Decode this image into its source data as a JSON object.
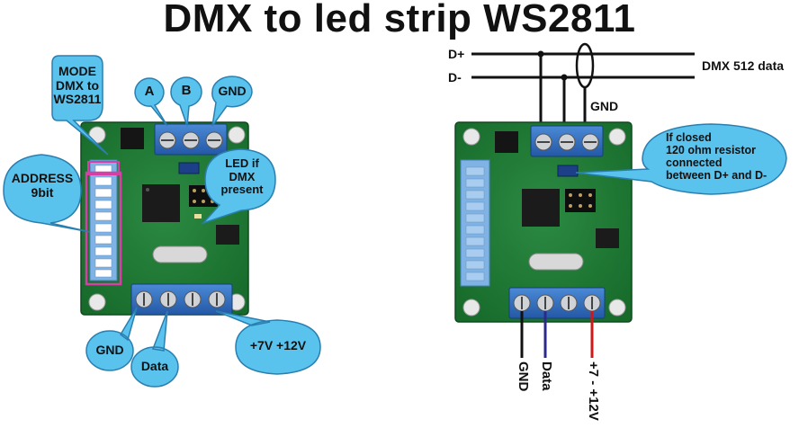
{
  "title": "DMX to led strip WS2811",
  "left_board": {
    "callouts": {
      "mode": [
        "MODE",
        "DMX to",
        "WS2811"
      ],
      "a": "A",
      "b": "B",
      "gnd_top": "GND",
      "address": [
        "ADDRESS",
        "9bit"
      ],
      "led": [
        "LED if",
        "DMX",
        "present"
      ],
      "gnd_bottom": "GND",
      "data": "Data",
      "power": "+7V +12V"
    }
  },
  "right_board": {
    "lines": {
      "dplus": "D+",
      "dminus": "D-",
      "bus": "DMX 512 data",
      "gnd": "GND"
    },
    "resistor_note": [
      "If closed",
      "120 ohm  resistor",
      "connected",
      "between D+ and D-"
    ],
    "wires": {
      "gnd": "GND",
      "data": "Data",
      "power": "+7 - +12V"
    }
  },
  "colors": {
    "pcb": "#1f7a34",
    "terminal": "#2f6fc0",
    "bubble": "#59c3ee",
    "dip": "#7fb3e6",
    "highlight": "#d63fa6",
    "wire_gnd": "#111111",
    "wire_data": "#2b2a8a",
    "wire_power": "#d01818"
  }
}
